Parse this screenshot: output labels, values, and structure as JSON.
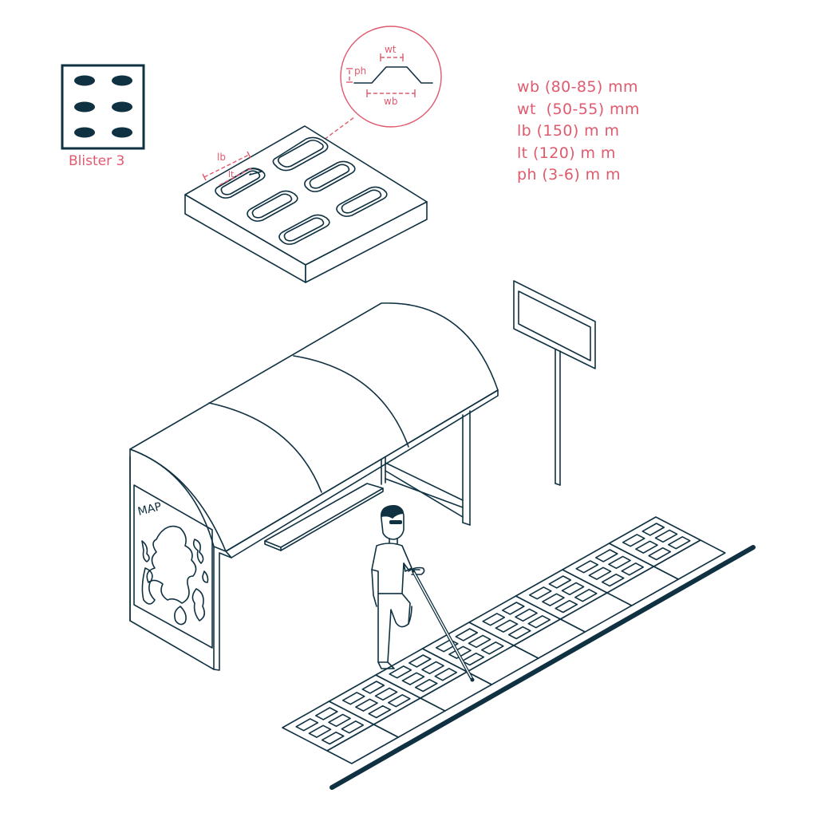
{
  "blister_icon": {
    "label": "Blister 3",
    "dot_rows": 3,
    "dot_cols": 2,
    "color": "#0f3142"
  },
  "profile_inset": {
    "wt_label": "wt",
    "ph_label": "ph",
    "wb_label": "wb",
    "color": "#e05a6e"
  },
  "tile_annotation": {
    "lb_label": "lb",
    "lt_label": "lt"
  },
  "specs": [
    "wb (80-85) mm",
    "wt  (50-55) mm",
    "lb (150) m m",
    "lt (120) m m",
    "ph (3-6) m m"
  ],
  "bus_shelter": {
    "map_label": "MAP",
    "has_blind_pedestrian": true,
    "cane_icon": "white-cane-icon"
  },
  "tactile_path": {
    "tile_pairs": 8,
    "blisters_per_tile": 6
  },
  "colors": {
    "ink": "#0f3142",
    "accent": "#e05a6e"
  }
}
